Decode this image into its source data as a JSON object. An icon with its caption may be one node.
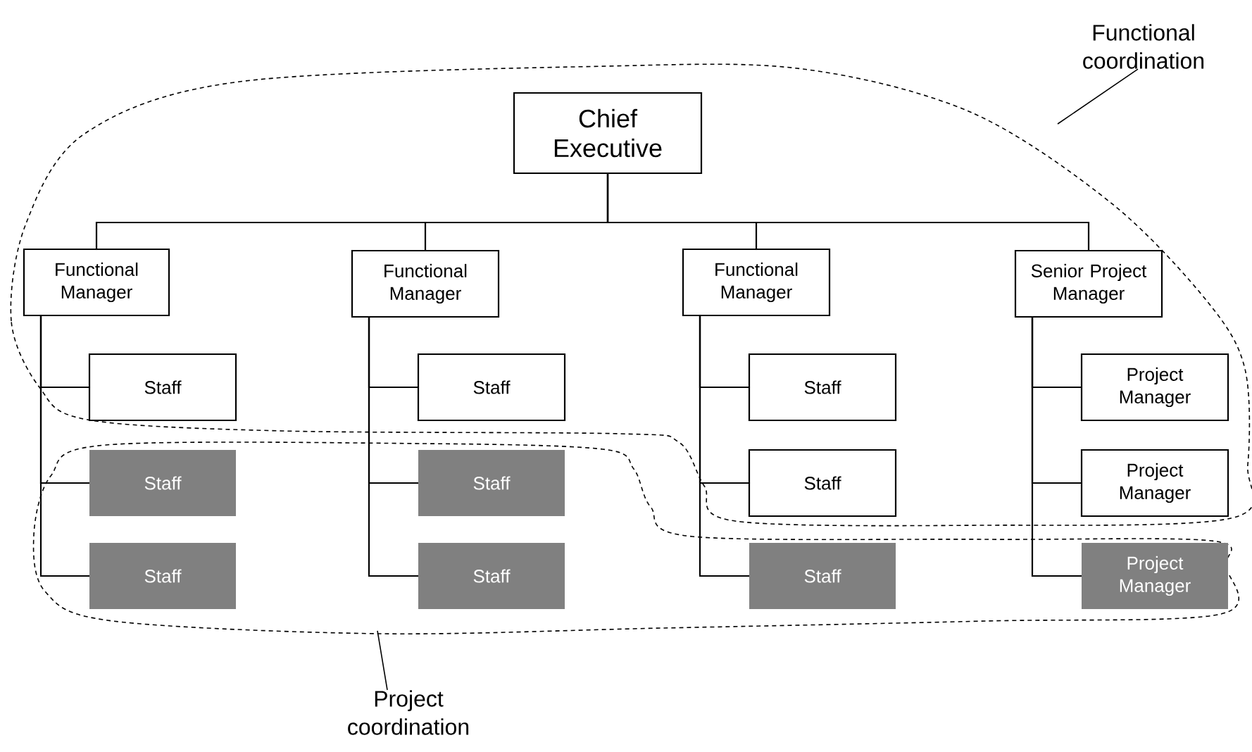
{
  "diagram": {
    "nodes": [
      {
        "text": [
          "Chief Executive"
        ],
        "in": 19
      },
      {
        "text": [
          "Functional Manager"
        ],
        "in": 19
      },
      {
        "text": [
          "Functional Manager"
        ],
        "in": 19
      },
      {
        "text": [
          "Functional Manager"
        ],
        "in": 19
      },
      {
        "text": [
          "Senior Project Manager"
        ],
        "in": 19
      },
      {
        "text": [
          "Staff"
        ],
        "in": 19
      },
      {
        "text": [
          "Staff"
        ],
        "in": 20
      },
      {
        "text": [
          "Staff"
        ],
        "in": 20
      },
      {
        "text": [
          "Staff"
        ],
        "in": 19
      },
      {
        "text": [
          "Staff"
        ],
        "in": 20
      },
      {
        "text": [
          "Staff"
        ],
        "in": 20
      },
      {
        "text": [
          "Staff"
        ],
        "in": 19
      },
      {
        "text": [
          "Staff"
        ],
        "in": 19
      },
      {
        "text": [
          "Staff"
        ],
        "in": 20
      },
      {
        "text": [
          "Project Manager"
        ],
        "in": 19
      },
      {
        "text": [
          "Project Manager"
        ],
        "in": 19
      },
      {
        "text": [
          "Project Manager"
        ],
        "in": 20
      },
      {
        "text": [
          "Functional coordination"
        ]
      },
      {
        "text": [
          "Project coordination"
        ]
      },
      {
        "text": [],
        "shape": "cloud"
      },
      {
        "text": [],
        "shape": "cloud"
      }
    ],
    "edges": [
      {
        "from": 0,
        "to": 1,
        "arrow": "none"
      },
      {
        "from": 0,
        "to": 2,
        "arrow": "none"
      },
      {
        "from": 0,
        "to": 3,
        "arrow": "none"
      },
      {
        "from": 0,
        "to": 4,
        "arrow": "none"
      },
      {
        "from": 1,
        "to": 5,
        "arrow": "none"
      },
      {
        "from": 1,
        "to": 6,
        "arrow": "none"
      },
      {
        "from": 1,
        "to": 7,
        "arrow": "none"
      },
      {
        "from": 2,
        "to": 8,
        "arrow": "none"
      },
      {
        "from": 2,
        "to": 9,
        "arrow": "none"
      },
      {
        "from": 2,
        "to": 10,
        "arrow": "none"
      },
      {
        "from": 3,
        "to": 11,
        "arrow": "none"
      },
      {
        "from": 3,
        "to": 12,
        "arrow": "none"
      },
      {
        "from": 3,
        "to": 13,
        "arrow": "none"
      },
      {
        "from": 4,
        "to": 14,
        "arrow": "none"
      },
      {
        "from": 4,
        "to": 15,
        "arrow": "none"
      },
      {
        "from": 4,
        "to": 16,
        "arrow": "none"
      },
      {
        "from": 17,
        "to": 19,
        "arrow": "none"
      },
      {
        "from": 18,
        "to": 20,
        "arrow": "none"
      }
    ]
  }
}
